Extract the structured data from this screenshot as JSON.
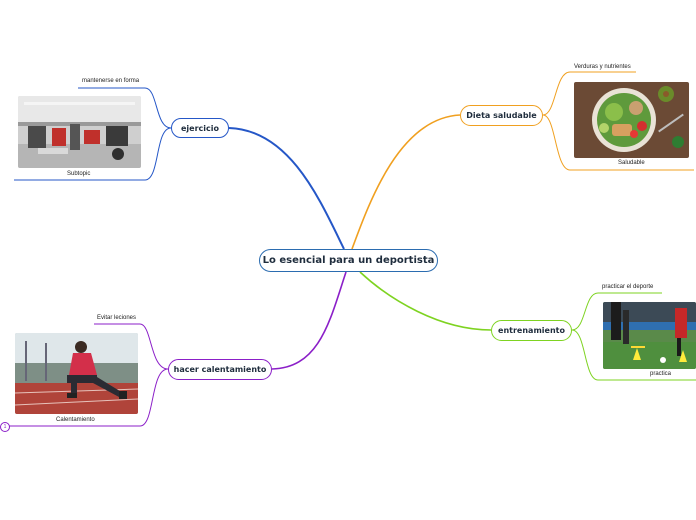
{
  "central": "Lo esencial para un deportista",
  "branches": {
    "ejercicio": {
      "label": "ejercicio",
      "color": "#2557c7",
      "subtopic_top": "mantenerse en forma",
      "image_caption": "Subtopic"
    },
    "dieta": {
      "label": "Dieta saludable",
      "color": "#f0a020",
      "subtopic_top": "Verduras y nutrientes",
      "image_caption": "Saludable"
    },
    "entrenamiento": {
      "label": "entrenamiento",
      "color": "#7ed321",
      "subtopic_top": "practicar el deporte",
      "image_caption": "practica"
    },
    "calentamiento": {
      "label": "hacer calentamiento",
      "color": "#8b1fc8",
      "subtopic_top": "Evitar leciones",
      "image_caption": "Calentamiento",
      "collapsed_count": "1"
    }
  }
}
